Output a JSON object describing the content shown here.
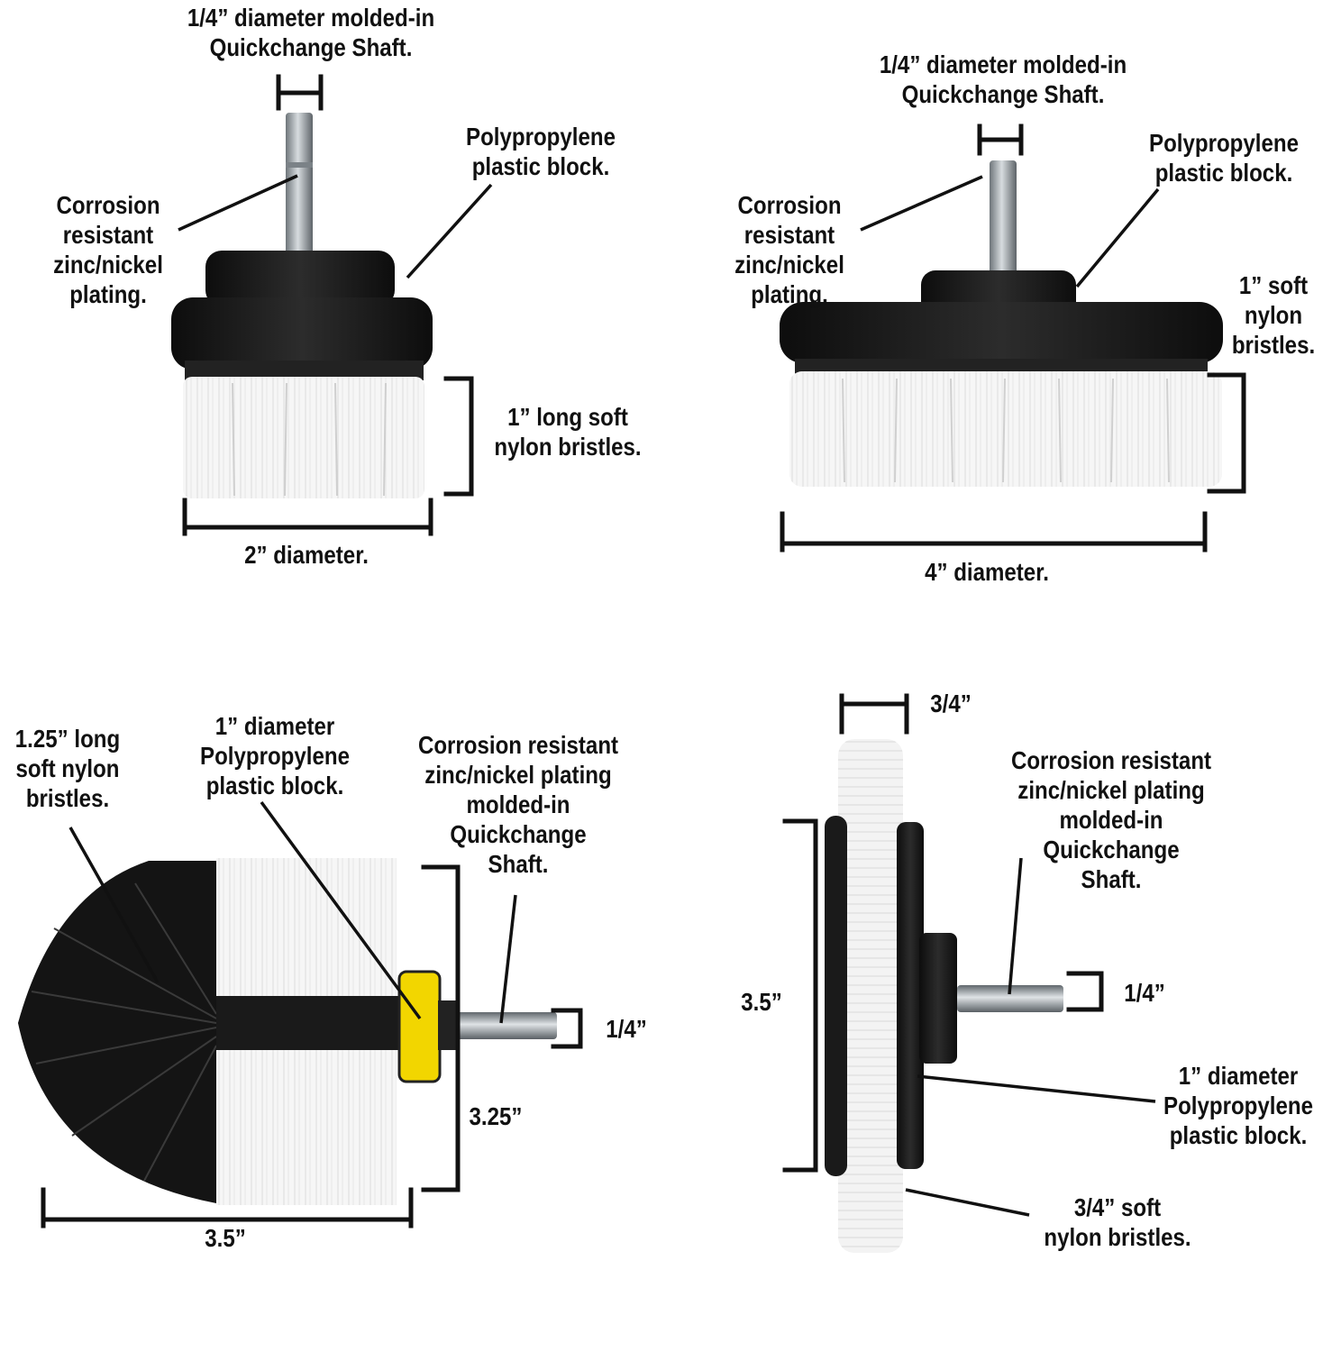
{
  "panels": {
    "brush_2in": {
      "shaft": [
        "1/4” diameter molded-in",
        "Quickchange Shaft."
      ],
      "block": [
        "Polypropylene",
        "plastic block."
      ],
      "plating": [
        "Corrosion",
        "resistant",
        "zinc/nickel",
        "plating."
      ],
      "bristles": [
        "1” long soft",
        "nylon bristles."
      ],
      "diameter": "2” diameter."
    },
    "brush_4in": {
      "shaft": [
        "1/4” diameter molded-in",
        "Quickchange Shaft."
      ],
      "block": [
        "Polypropylene",
        "plastic block."
      ],
      "plating": [
        "Corrosion",
        "resistant",
        "zinc/nickel",
        "plating."
      ],
      "bristles": [
        "1” soft",
        "nylon",
        "bristles."
      ],
      "diameter": "4” diameter."
    },
    "round_brush": {
      "bristles": [
        "1.25” long",
        "soft nylon",
        "bristles."
      ],
      "block": [
        "1” diameter",
        "Polypropylene",
        "plastic block."
      ],
      "shaft": [
        "Corrosion resistant",
        "zinc/nickel plating",
        "molded-in",
        "Quickchange",
        "Shaft."
      ],
      "shaft_size": "1/4”",
      "height": "3.25”",
      "length": "3.5”"
    },
    "flat_brush": {
      "thickness": "3/4”",
      "shaft": [
        "Corrosion resistant",
        "zinc/nickel plating",
        "molded-in",
        "Quickchange",
        "Shaft."
      ],
      "shaft_size": "1/4”",
      "diameter": "3.5”",
      "block": [
        "1” diameter",
        "Polypropylene",
        "plastic block."
      ],
      "bristles": [
        "3/4” soft",
        "nylon bristles."
      ]
    }
  },
  "colors": {
    "bristle_white": "#f4f4f4",
    "bristle_black": "#141414",
    "block_black": "#1c1c1c",
    "shaft_metal": "#9aa3a8",
    "cap_yellow": "#f2d600",
    "text": "#111111"
  }
}
